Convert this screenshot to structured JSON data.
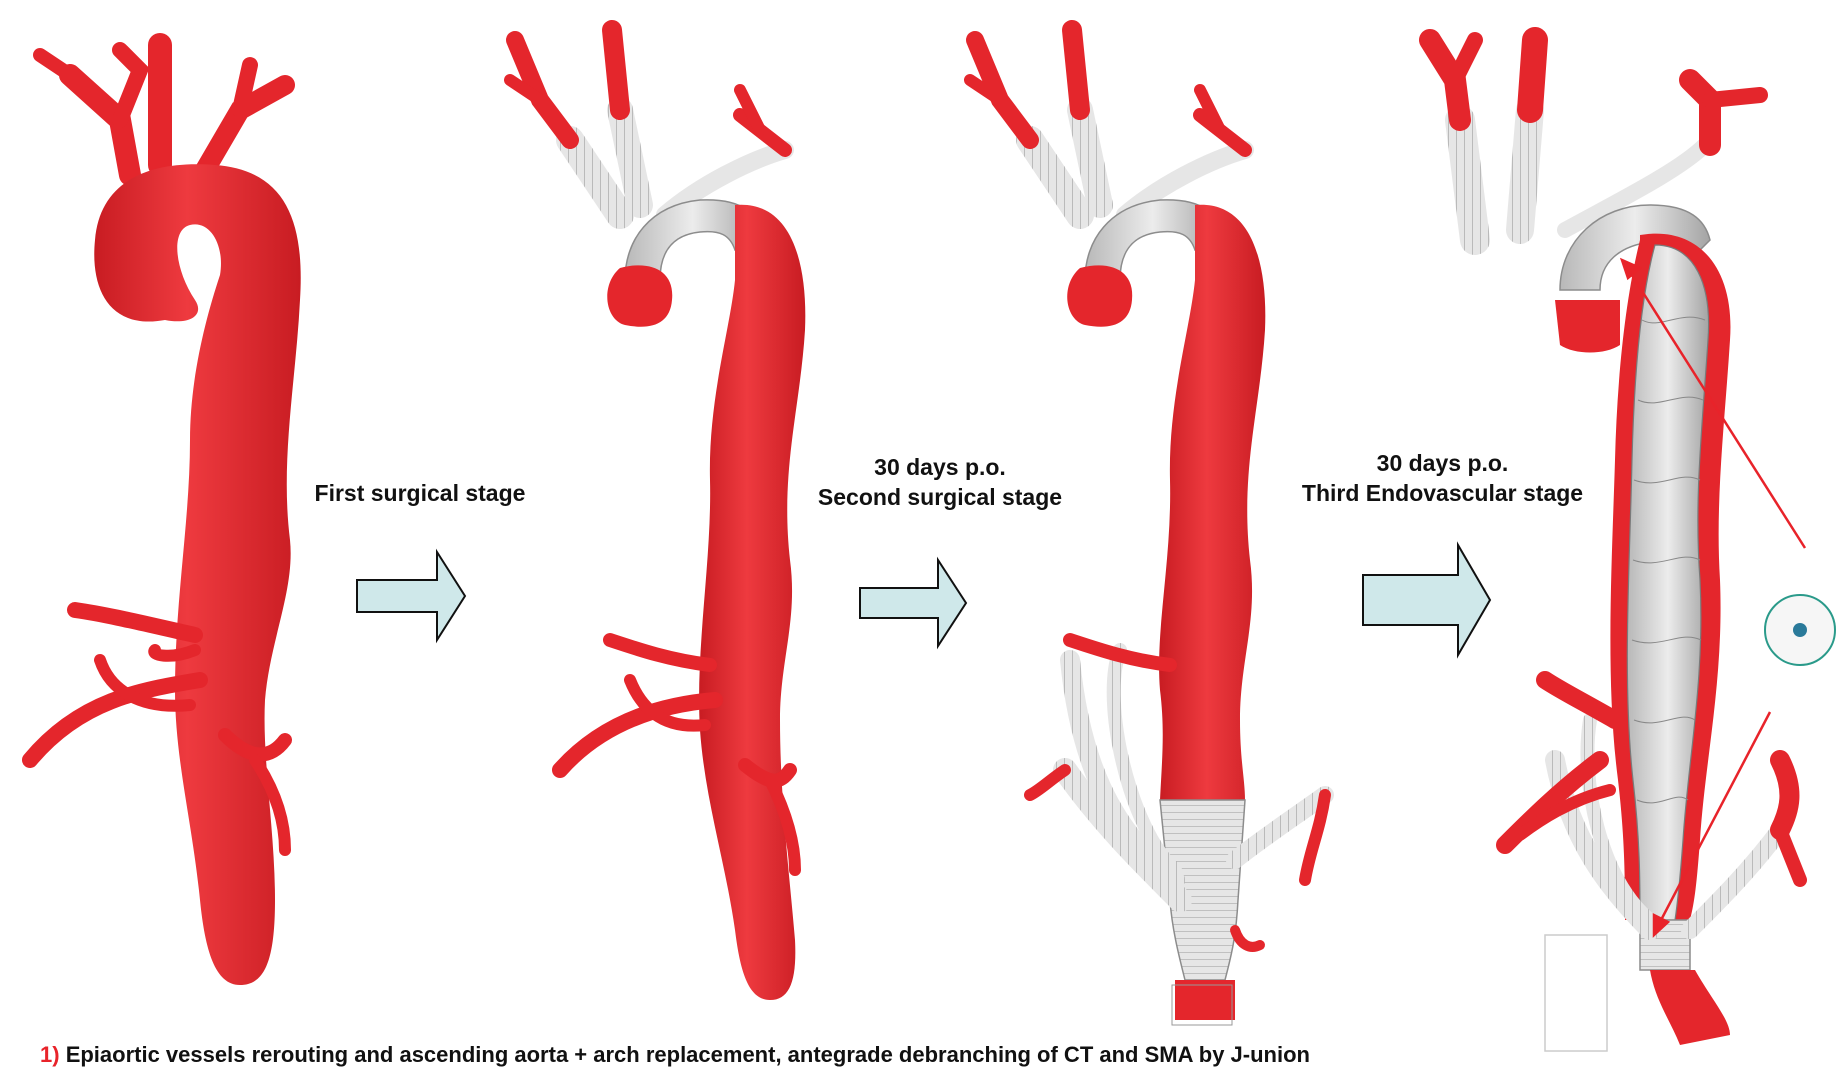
{
  "colors": {
    "vessel": "#e4262c",
    "vessel_dark": "#b81a20",
    "graft": "#e3e3e3",
    "graft_dark": "#8c8c8c",
    "arrow_fill": "#cfe8ea",
    "annotation": "#e8232a"
  },
  "icons": {
    "stage_arrow": "right-block-arrow-icon",
    "pointer": "red-pointer-arrow-icon"
  },
  "stages": [
    {
      "line1": "First surgical stage",
      "line2": ""
    },
    {
      "line1": "30 days p.o.",
      "line2": "Second surgical stage"
    },
    {
      "line1": "30 days p.o.",
      "line2": "Third Endovascular stage"
    }
  ],
  "caption": {
    "number": "1)",
    "text": "Epiaortic vessels rerouting and ascending aorta + arch replacement, antegrade debranching of CT and SMA by J-union"
  }
}
